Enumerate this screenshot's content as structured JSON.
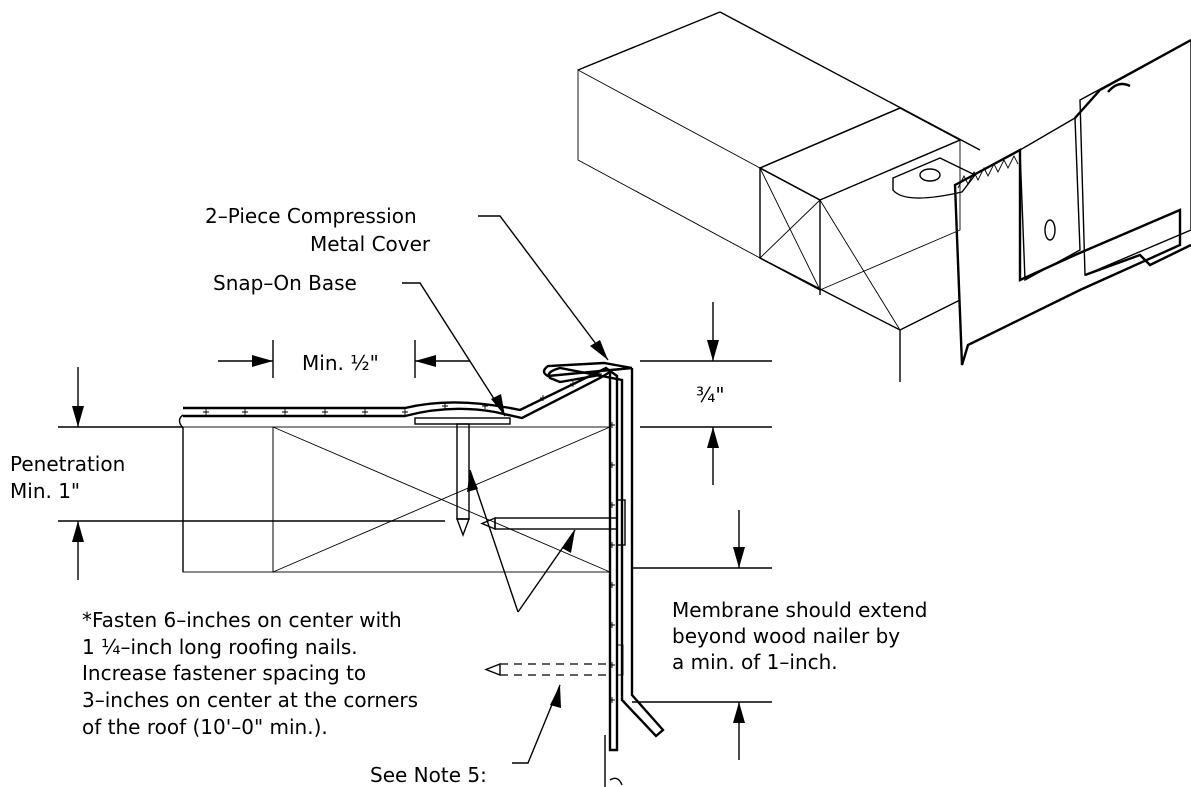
{
  "labels": {
    "cover_line1": "2–Piece Compression",
    "cover_line2": "Metal Cover",
    "snap_base": "Snap–On Base",
    "min_half": "Min. ½\"",
    "three_quarter": "¾\"",
    "penetration_line1": "Penetration",
    "penetration_line2": "Min. 1\"",
    "fasten_note": [
      "*Fasten 6–inches on center with",
      "1 ¼–inch long roofing nails.",
      "Increase fastener spacing to",
      "3–inches on center at the corners",
      "of the roof (10'–0\" min.)."
    ],
    "membrane_note": [
      "Membrane should extend",
      "beyond wood nailer by",
      "a min. of 1–inch."
    ],
    "see_note": "See Note 5:"
  }
}
